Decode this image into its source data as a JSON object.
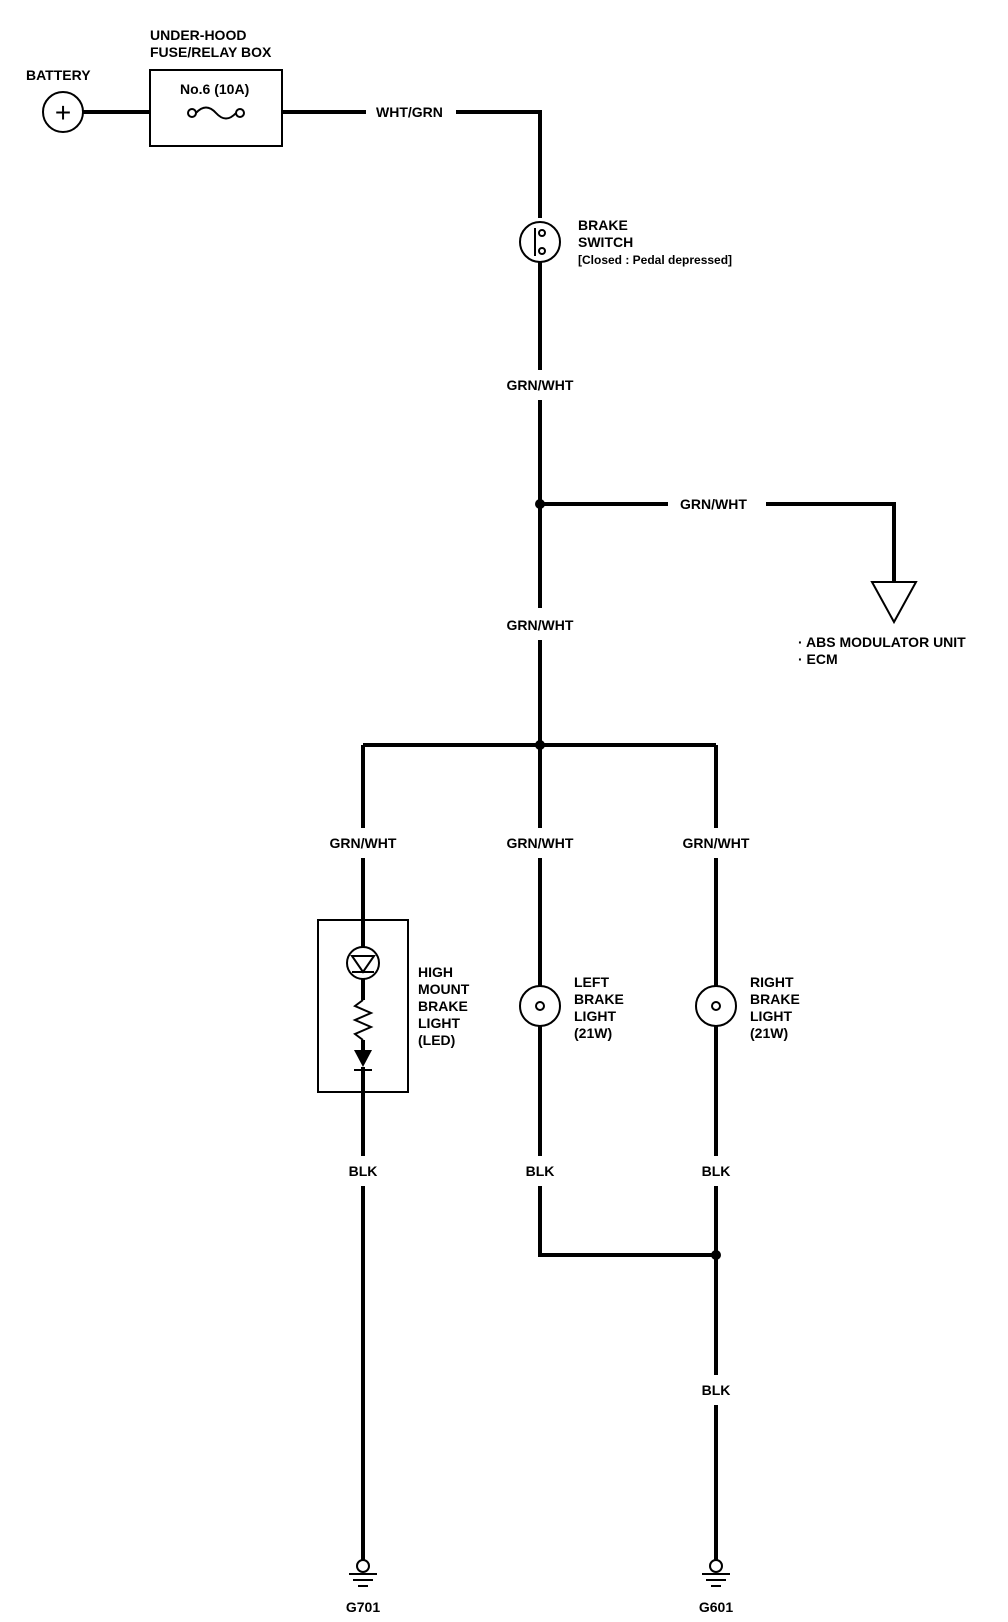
{
  "battery": {
    "label": "BATTERY",
    "symbol": "+"
  },
  "fuse_box": {
    "title_line1": "UNDER-HOOD",
    "title_line2": "FUSE/RELAY BOX",
    "fuse": "No.6 (10A)"
  },
  "wires": {
    "wht_grn": "WHT/GRN",
    "grn_wht_switch_out": "GRN/WHT",
    "grn_wht_abs": "GRN/WHT",
    "grn_wht_trunk": "GRN/WHT",
    "grn_wht_high_mount": "GRN/WHT",
    "grn_wht_left": "GRN/WHT",
    "grn_wht_right": "GRN/WHT",
    "blk_high_mount": "BLK",
    "blk_left": "BLK",
    "blk_right": "BLK",
    "blk_ground": "BLK"
  },
  "brake_switch": {
    "line1": "BRAKE",
    "line2": "SWITCH",
    "line3": "[Closed : Pedal depressed]"
  },
  "abs_target": {
    "line1": "· ABS MODULATOR UNIT",
    "line2": "· ECM"
  },
  "high_mount_light": {
    "line1": "HIGH",
    "line2": "MOUNT",
    "line3": "BRAKE",
    "line4": "LIGHT",
    "line5": "(LED)"
  },
  "left_brake_light": {
    "line1": "LEFT",
    "line2": "BRAKE",
    "line3": "LIGHT",
    "line4": "(21W)"
  },
  "right_brake_light": {
    "line1": "RIGHT",
    "line2": "BRAKE",
    "line3": "LIGHT",
    "line4": "(21W)"
  },
  "grounds": {
    "g701": "G701",
    "g601": "G601"
  }
}
